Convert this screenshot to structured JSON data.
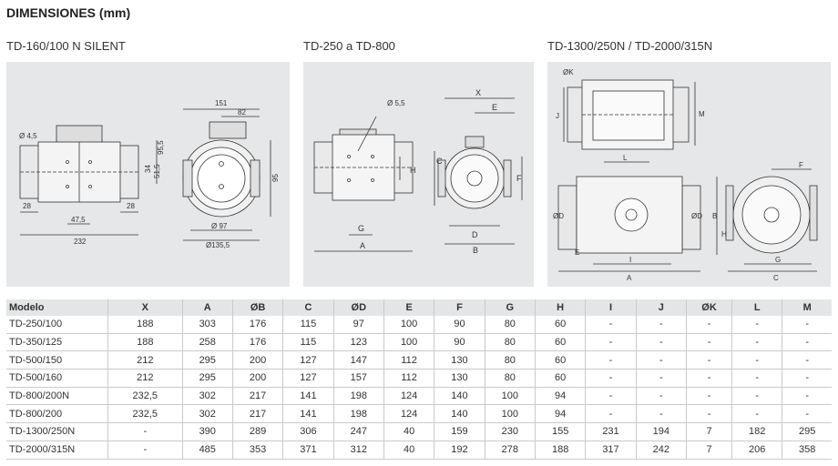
{
  "title": "DIMENSIONES (mm)",
  "panels": [
    {
      "subtitle": "TD-160/100 N SILENT",
      "labels": {
        "hole": "Ø 4,5",
        "w151": "151",
        "w82": "82",
        "h95_5": "95,5",
        "h34": "34",
        "h51_5": "51,5",
        "h95": "95",
        "w28a": "28",
        "w47_5": "47,5",
        "w28b": "28",
        "w232": "232",
        "d97": "Ø 97",
        "d135_5": "Ø135,5"
      }
    },
    {
      "subtitle": "TD-250 a TD-800",
      "labels": {
        "hole": "Ø 5,5",
        "X": "X",
        "E": "E",
        "C": "C",
        "H": "H",
        "F": "F",
        "G": "G",
        "D": "D",
        "A": "A",
        "B": "B"
      }
    },
    {
      "subtitle": "TD-1300/250N / TD-2000/315N",
      "labels": {
        "K": "ØK",
        "M": "M",
        "J": "J",
        "L": "L",
        "D1": "ØD",
        "D2": "ØD",
        "E": "E",
        "I": "I",
        "A": "A",
        "F": "F",
        "B": "B",
        "H": "H",
        "G": "G",
        "C": "C"
      }
    }
  ],
  "table": {
    "headers": [
      "Modelo",
      "X",
      "A",
      "ØB",
      "C",
      "ØD",
      "E",
      "F",
      "G",
      "H",
      "I",
      "J",
      "ØK",
      "L",
      "M"
    ],
    "rows": [
      [
        "TD-250/100",
        "188",
        "303",
        "176",
        "115",
        "97",
        "100",
        "90",
        "80",
        "60",
        "-",
        "-",
        "-",
        "-",
        "-"
      ],
      [
        "TD-350/125",
        "188",
        "258",
        "176",
        "115",
        "123",
        "100",
        "90",
        "80",
        "60",
        "-",
        "-",
        "-",
        "-",
        "-"
      ],
      [
        "TD-500/150",
        "212",
        "295",
        "200",
        "127",
        "147",
        "112",
        "130",
        "80",
        "60",
        "-",
        "-",
        "-",
        "-",
        "-"
      ],
      [
        "TD-500/160",
        "212",
        "295",
        "200",
        "127",
        "157",
        "112",
        "130",
        "80",
        "60",
        "-",
        "-",
        "-",
        "-",
        "-"
      ],
      [
        "TD-800/200N",
        "232,5",
        "302",
        "217",
        "141",
        "198",
        "124",
        "140",
        "100",
        "94",
        "-",
        "-",
        "-",
        "-",
        "-"
      ],
      [
        "TD-800/200",
        "232,5",
        "302",
        "217",
        "141",
        "198",
        "124",
        "140",
        "100",
        "94",
        "-",
        "-",
        "-",
        "-",
        "-"
      ],
      [
        "TD-1300/250N",
        "-",
        "390",
        "289",
        "306",
        "247",
        "40",
        "159",
        "230",
        "155",
        "231",
        "194",
        "7",
        "182",
        "295"
      ],
      [
        "TD-2000/315N",
        "-",
        "485",
        "353",
        "371",
        "312",
        "40",
        "192",
        "278",
        "188",
        "317",
        "242",
        "7",
        "206",
        "358"
      ]
    ]
  }
}
